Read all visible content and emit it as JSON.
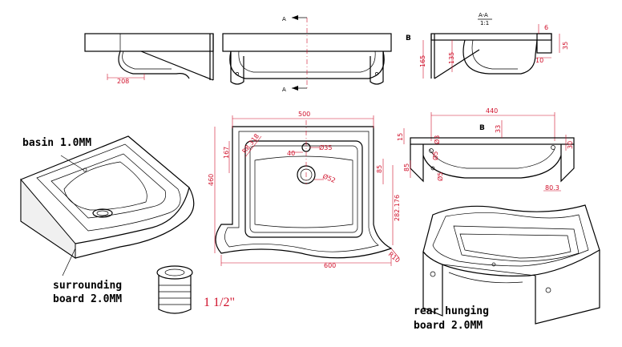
{
  "labels": {
    "basin": "basin 1.0MM",
    "surrounding_line1": "surrounding",
    "surrounding_line2": "board 2.0MM",
    "rear_line1": "rear hunging",
    "rear_line2": "board 2.0MM",
    "drain_size": "1 1/2\"",
    "section_a_top": "A",
    "section_a_bottom": "A",
    "section_title": "A-A",
    "section_scale": "1:1",
    "view_b_left": "B",
    "view_b_right": "B"
  },
  "dimensions": {
    "side_depth": "208",
    "section_height_total": "165",
    "section_height_inner": "135",
    "section_top": "6",
    "section_side": "35",
    "section_bottom": "10",
    "plan_width_top": "500",
    "plan_width_bottom": "600",
    "plan_height": "460",
    "plan_left": "167",
    "plan_radius": "R8.318",
    "plan_tap_hole": "Ø35",
    "plan_drain": "Ø52",
    "plan_tap_offset": "40",
    "plan_side_right": "85",
    "plan_right_height": "282.176",
    "plan_corner_radius": "R10",
    "rear_width": "440",
    "rear_left_height": "15",
    "rear_hole_offset": "33",
    "rear_right": "30",
    "rear_hole_a": "Ø3",
    "rear_hole_b": "Ø5",
    "rear_hole_c": "Ø5",
    "rear_bottom": "80.3"
  }
}
